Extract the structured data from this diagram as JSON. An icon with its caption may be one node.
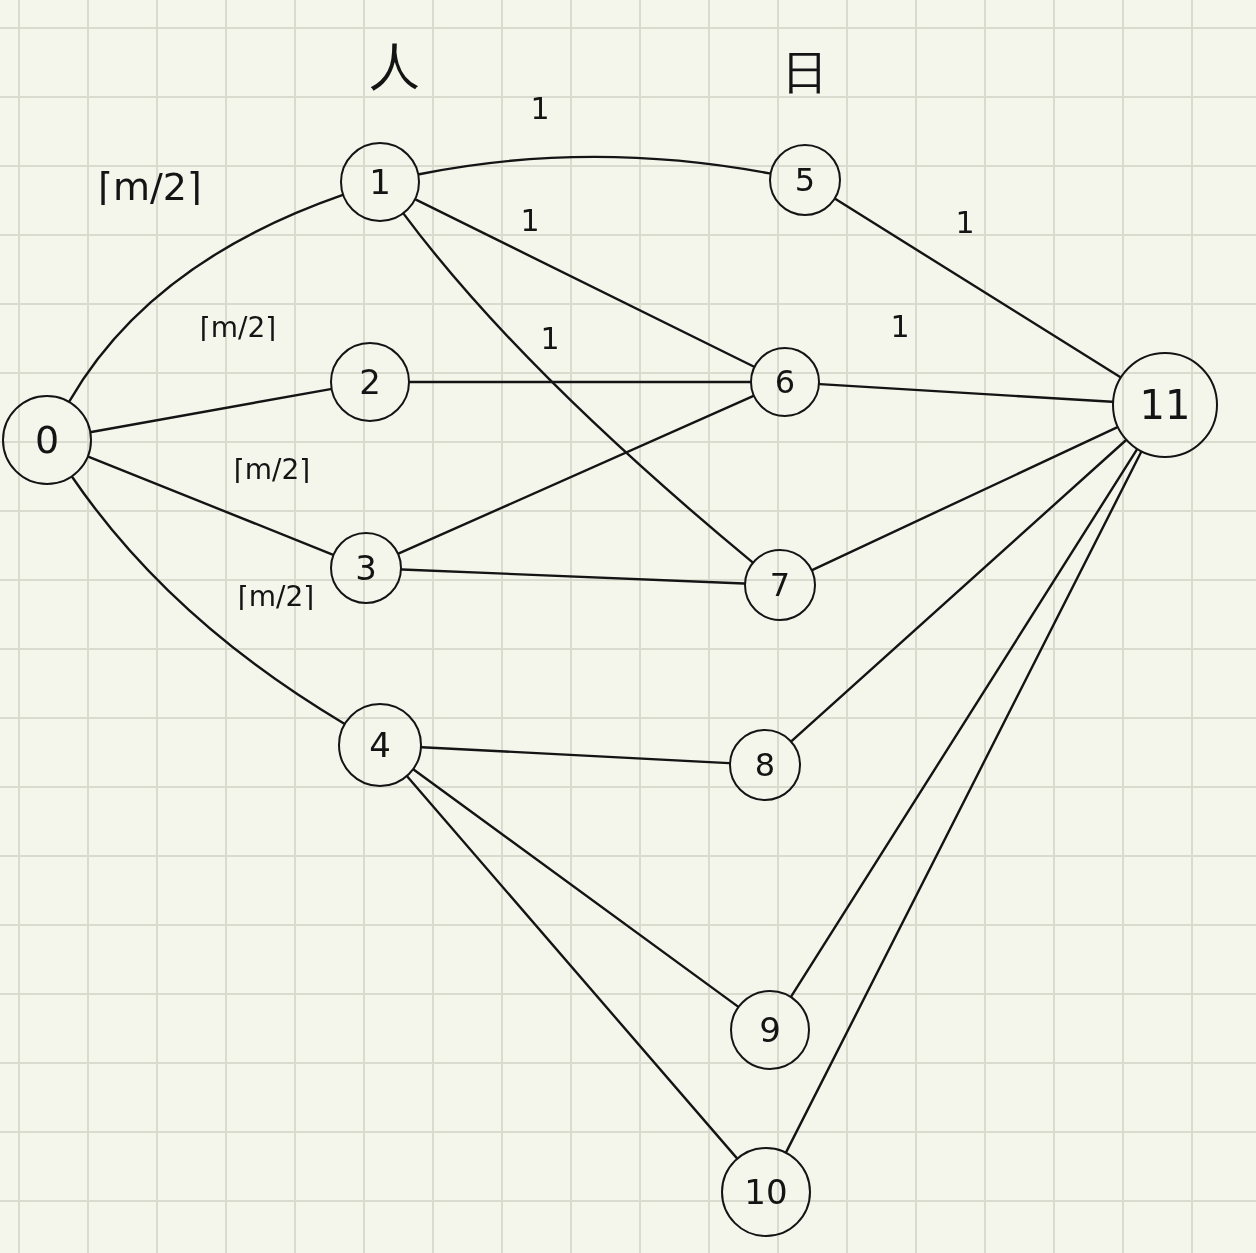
{
  "diagram": {
    "nodes": [
      {
        "text": [
          "0"
        ]
      },
      {
        "text": [
          "1"
        ]
      },
      {
        "text": [
          "2"
        ]
      },
      {
        "text": [
          "3"
        ]
      },
      {
        "text": [
          "4"
        ]
      },
      {
        "text": [
          "5"
        ]
      },
      {
        "text": [
          "6"
        ]
      },
      {
        "text": [
          "7"
        ]
      },
      {
        "text": [
          "8"
        ]
      },
      {
        "text": [
          "9"
        ]
      },
      {
        "text": [
          "10"
        ]
      },
      {
        "text": [
          "11"
        ]
      }
    ],
    "edges": [
      {
        "from": 0,
        "to": 1,
        "arrow": "none",
        "label": "⌈m/2⌉"
      },
      {
        "from": 0,
        "to": 2,
        "arrow": "none",
        "label": "⌈m/2⌉"
      },
      {
        "from": 0,
        "to": 3,
        "arrow": "none",
        "label": "⌈m/2⌉"
      },
      {
        "from": 0,
        "to": 4,
        "arrow": "none",
        "label": "⌈m/2⌉"
      },
      {
        "from": 1,
        "to": 5,
        "arrow": "none",
        "label": "1"
      },
      {
        "from": 1,
        "to": 6,
        "arrow": "none",
        "label": "1"
      },
      {
        "from": 1,
        "to": 7,
        "arrow": "none",
        "label": "1"
      },
      {
        "from": 2,
        "to": 6,
        "arrow": "none"
      },
      {
        "from": 3,
        "to": 6,
        "arrow": "none"
      },
      {
        "from": 3,
        "to": 7,
        "arrow": "none"
      },
      {
        "from": 4,
        "to": 8,
        "arrow": "none"
      },
      {
        "from": 4,
        "to": 9,
        "arrow": "none"
      },
      {
        "from": 4,
        "to": 10,
        "arrow": "none"
      },
      {
        "from": 5,
        "to": 11,
        "arrow": "none",
        "label": "1"
      },
      {
        "from": 6,
        "to": 11,
        "arrow": "none",
        "label": "1"
      },
      {
        "from": 7,
        "to": 11,
        "arrow": "none"
      },
      {
        "from": 8,
        "to": 11,
        "arrow": "none"
      },
      {
        "from": 9,
        "to": 11,
        "arrow": "none"
      },
      {
        "from": 10,
        "to": 11,
        "arrow": "none"
      }
    ],
    "labels": [
      "人",
      "日"
    ]
  }
}
